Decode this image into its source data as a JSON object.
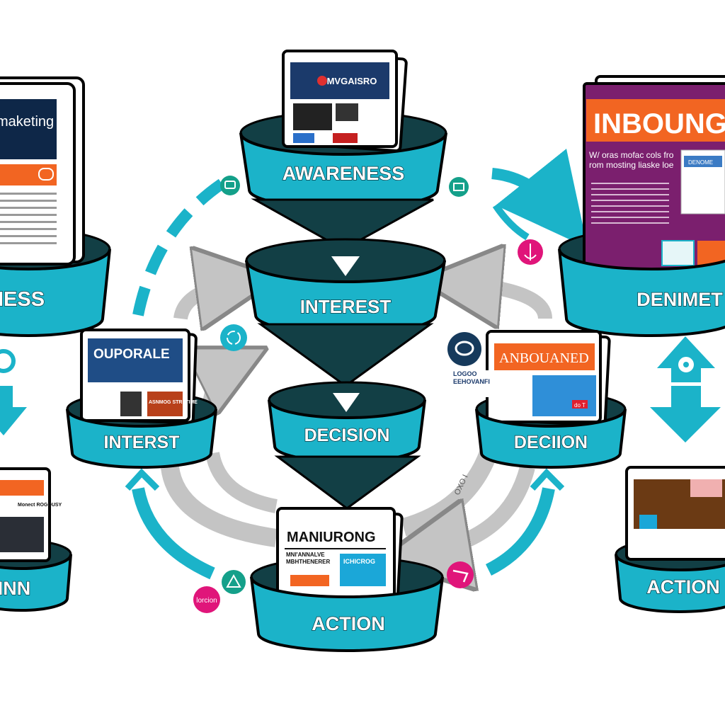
{
  "colors": {
    "teal": "#1bb3c9",
    "dark_funnel": "#123f45",
    "grey_arrow": "#bdbdbd",
    "magenta": "#e0157a",
    "green_badge": "#14a08a",
    "orange": "#f26522",
    "purple": "#7b1f6e",
    "navy": "#1b3a6b"
  },
  "funnel": {
    "stages": [
      {
        "label": "AWARENESS",
        "magazine_title": "MVGAISRO"
      },
      {
        "label": "INTEREST"
      },
      {
        "label": "DECISION"
      },
      {
        "label": "ACTION",
        "magazine_title": "MANIURONG",
        "magazine_subtitle": "MNI'ANNALVE MBHTHENERER",
        "magazine_box": "ICHICROG"
      }
    ]
  },
  "side_cups": [
    {
      "label": "IESS",
      "magazine_title": "maketing"
    },
    {
      "label": "INTERST",
      "magazine_title": "OUPORALE",
      "magazine_box": "ASNMOG STRETIME"
    },
    {
      "label": "INN",
      "magazine_box": "Monect ROGOUSY"
    },
    {
      "label": "DENIMET",
      "magazine_title": "INBOUNG",
      "magazine_text": "W/ oras mofac cols fro rom mosting liaske loe",
      "magazine_box": "DENOME"
    },
    {
      "label": "DECIION",
      "magazine_title": "ANBOUANED",
      "magazine_box": "do T"
    },
    {
      "label": "ACTION"
    }
  ],
  "badges": {
    "lorcion": "lorcion",
    "logo_text": "LOGOO EEHOVANFI",
    "arc_text": "OXO I"
  },
  "icons": [
    "chat-icon",
    "mail-icon",
    "refresh-icon",
    "anchor-icon",
    "brain-icon",
    "triangle-icon",
    "pen-icon",
    "target-icon"
  ]
}
